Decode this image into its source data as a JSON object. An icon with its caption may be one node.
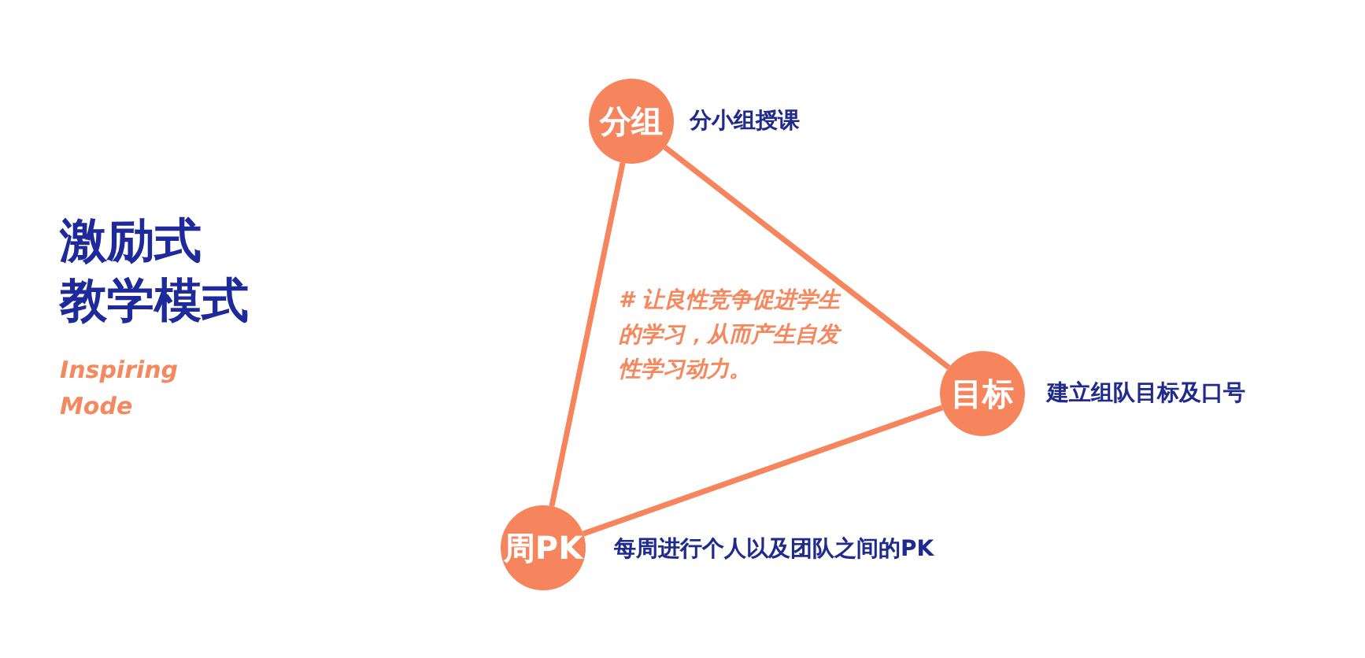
{
  "diagram": {
    "title": "激励式教学模式",
    "nodes": [
      {
        "text": [
          "分组"
        ],
        "beside": [
          "分小组授课"
        ]
      },
      {
        "text": [
          "目标"
        ],
        "beside": [
          "建立组队目标及口号"
        ]
      },
      {
        "text": [
          "周PK"
        ],
        "beside": [
          "每周进行个人以及团队之间的PK"
        ]
      }
    ],
    "edges": [
      {
        "from": 0,
        "to": 1,
        "arrow": "none"
      },
      {
        "from": 1,
        "to": 2,
        "arrow": "none"
      },
      {
        "from": 2,
        "to": 0,
        "arrow": "none"
      }
    ],
    "labels": [
      "Inspiring Mode",
      "# 让良性竞争促进学生的学习，从而产生自发性学习动力。"
    ]
  }
}
